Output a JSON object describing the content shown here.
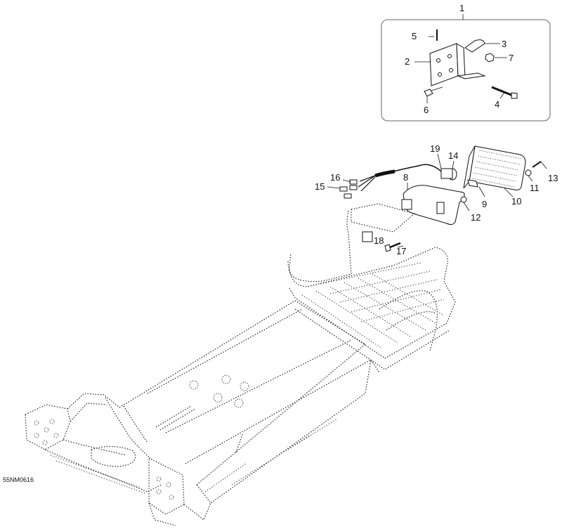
{
  "diagram": {
    "drawing_code": "55NM0616",
    "kit_callout": "1",
    "callouts": [
      {
        "id": "c2",
        "label": "2"
      },
      {
        "id": "c3",
        "label": "3"
      },
      {
        "id": "c4",
        "label": "4"
      },
      {
        "id": "c5",
        "label": "5"
      },
      {
        "id": "c6",
        "label": "6"
      },
      {
        "id": "c7",
        "label": "7"
      },
      {
        "id": "c8",
        "label": "8"
      },
      {
        "id": "c9",
        "label": "9"
      },
      {
        "id": "c10",
        "label": "10"
      },
      {
        "id": "c11",
        "label": "11"
      },
      {
        "id": "c12",
        "label": "12"
      },
      {
        "id": "c13",
        "label": "13"
      },
      {
        "id": "c14",
        "label": "14"
      },
      {
        "id": "c15",
        "label": "15"
      },
      {
        "id": "c16",
        "label": "16"
      },
      {
        "id": "c17",
        "label": "17"
      },
      {
        "id": "c18",
        "label": "18"
      },
      {
        "id": "c19",
        "label": "19"
      }
    ]
  }
}
